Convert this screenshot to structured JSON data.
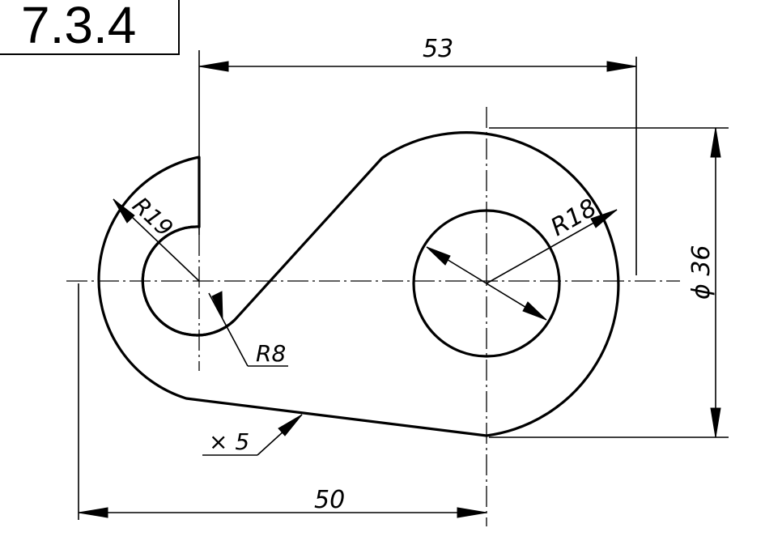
{
  "figure_label": "7.3.4",
  "dimensions": {
    "top_width": "53",
    "bottom_width": "50",
    "diameter": "ϕ 36",
    "radius_large": "R18",
    "radius_left": "R19",
    "radius_fillet": "R8",
    "chamfer_note": "× 5"
  },
  "colors": {
    "line": "#000000",
    "background": "#ffffff"
  }
}
